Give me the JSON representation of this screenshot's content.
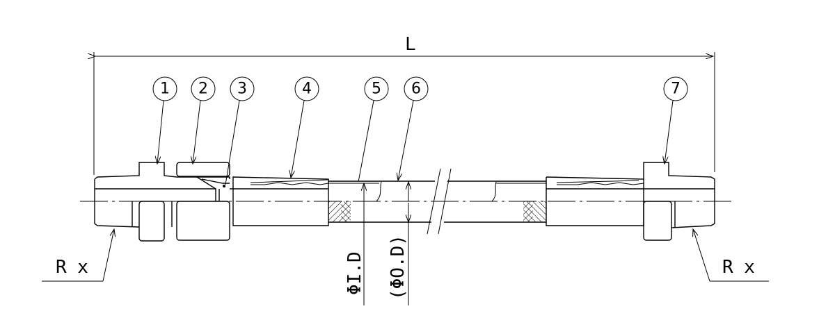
{
  "title": "Hose assembly drawing",
  "dimension_length_label": "L",
  "balloons": [
    "1",
    "2",
    "3",
    "4",
    "5",
    "6",
    "7"
  ],
  "inner_diameter_label": "ΦI.D",
  "outer_diameter_label": "(ΦO.D)",
  "thread_left_label": "R x",
  "thread_right_label": "R x"
}
